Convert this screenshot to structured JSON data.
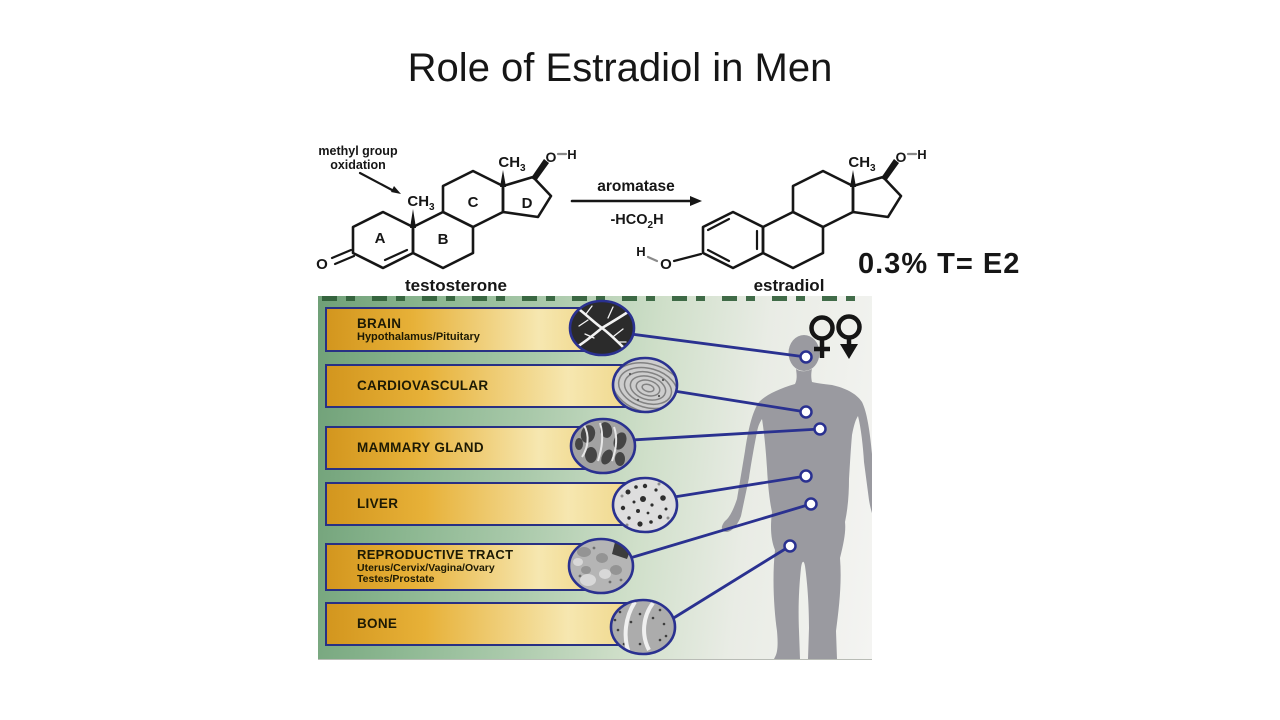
{
  "slide": {
    "title": "Role of Estradiol in Men"
  },
  "reaction": {
    "annotation": {
      "line1": "methyl group",
      "line2": "oxidation"
    },
    "testosterone_label": "testosterone",
    "estradiol_label": "estradiol",
    "enzyme": "aromatase",
    "byproduct": {
      "pre": "-HCO",
      "sub": "2",
      "post": "H"
    },
    "rings": {
      "a": "A",
      "b": "B",
      "c": "C",
      "d": "D"
    },
    "methyl": {
      "pre": "CH",
      "sub": "3"
    },
    "atoms": {
      "o": "O",
      "h": "H"
    },
    "conversion_note": "0.3% T= E2"
  },
  "panel": {
    "bars": [
      {
        "label": "BRAIN",
        "sublabels": [
          "Hypothalamus/Pituitary"
        ]
      },
      {
        "label": "CARDIOVASCULAR",
        "sublabels": []
      },
      {
        "label": "MAMMARY GLAND",
        "sublabels": []
      },
      {
        "label": "LIVER",
        "sublabels": []
      },
      {
        "label": "REPRODUCTIVE TRACT",
        "sublabels": [
          "Uterus/Cervix/Vagina/Ovary",
          "Testes/Prostate"
        ]
      },
      {
        "label": "BONE",
        "sublabels": []
      }
    ],
    "symbols": [
      "female-symbol",
      "gender-down-arrow-symbol"
    ]
  },
  "colors": {
    "bar_gold": "#e2a62c",
    "bar_border_navy": "#283084",
    "panel_green": "#7fae85",
    "connector_navy": "#2a3190",
    "silhouette_gray": "#9a9aa0",
    "oxygen_red": "#cc1010",
    "hydrogen_gray": "#8a8a8a",
    "text_black": "#161616"
  }
}
